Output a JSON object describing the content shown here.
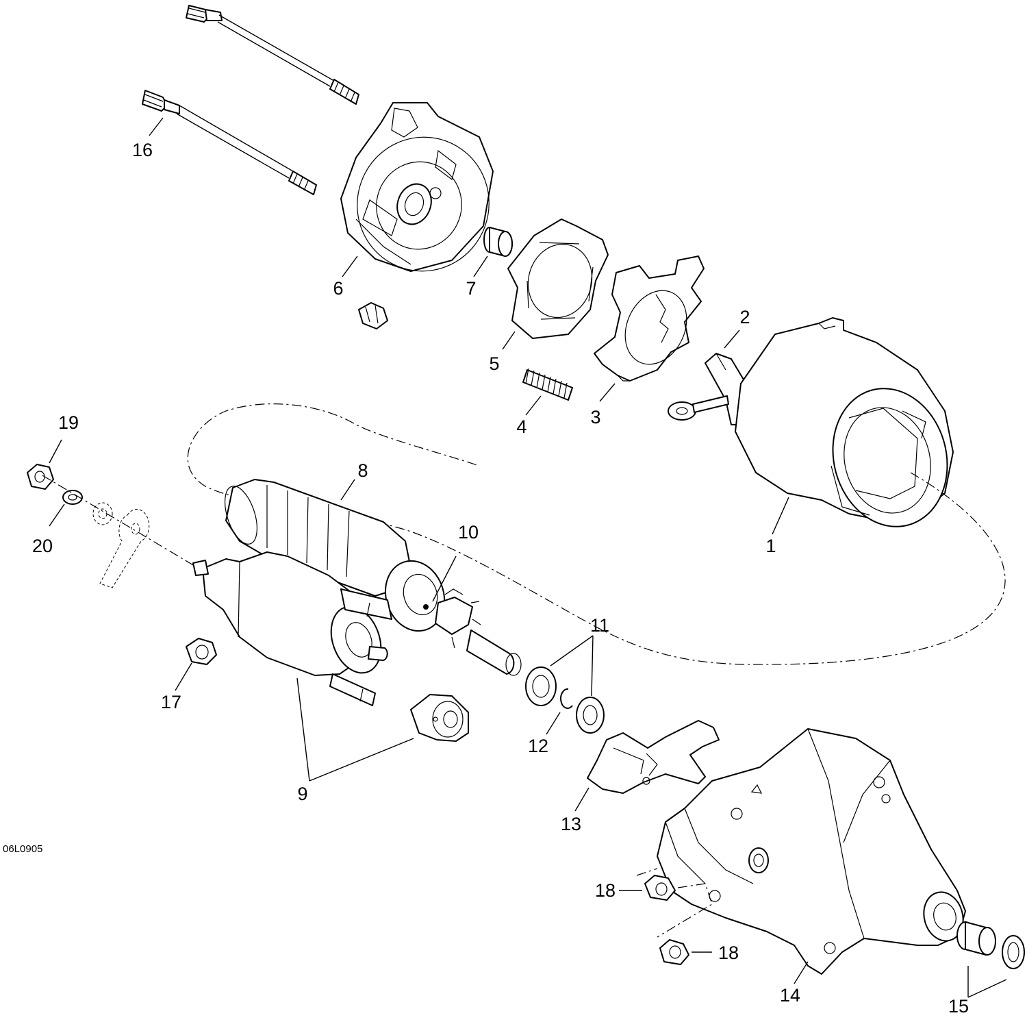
{
  "figure": {
    "ref_code": "06L0905"
  },
  "callouts": [
    {
      "id": "1",
      "label": "1"
    },
    {
      "id": "2",
      "label": "2"
    },
    {
      "id": "3",
      "label": "3"
    },
    {
      "id": "4",
      "label": "4"
    },
    {
      "id": "5",
      "label": "5"
    },
    {
      "id": "6",
      "label": "6"
    },
    {
      "id": "7",
      "label": "7"
    },
    {
      "id": "8",
      "label": "8"
    },
    {
      "id": "9",
      "label": "9"
    },
    {
      "id": "10",
      "label": "10"
    },
    {
      "id": "11",
      "label": "11"
    },
    {
      "id": "12",
      "label": "12"
    },
    {
      "id": "13",
      "label": "13"
    },
    {
      "id": "14",
      "label": "14"
    },
    {
      "id": "15",
      "label": "15"
    },
    {
      "id": "16",
      "label": "16"
    },
    {
      "id": "17",
      "label": "17"
    },
    {
      "id": "18a",
      "label": "18"
    },
    {
      "id": "18b",
      "label": "18"
    },
    {
      "id": "19",
      "label": "19"
    },
    {
      "id": "20",
      "label": "20"
    }
  ],
  "colors": {
    "line": "#000000",
    "background": "#ffffff"
  }
}
